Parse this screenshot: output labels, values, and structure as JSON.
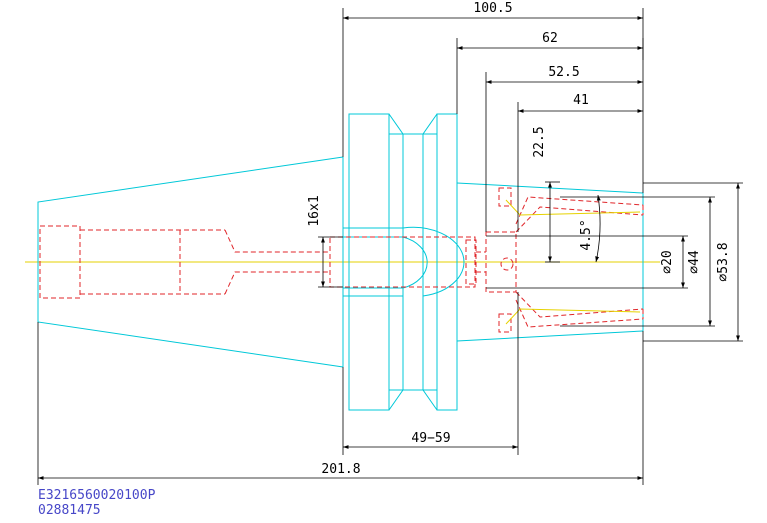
{
  "colors": {
    "outline": "#00c8d8",
    "hidden": "#e0262a",
    "dimension": "#000000",
    "centerline": "#e6d200",
    "code": "#4747c8"
  },
  "dimensions": {
    "overall_length": "201.8",
    "top_length": "100.5",
    "d62": "62",
    "d52_5": "52.5",
    "d41": "41",
    "d22_5": "22.5",
    "angle": "4.5°",
    "thread": "16x1",
    "range": "49−59",
    "dia20": "⌀20",
    "dia44": "⌀44",
    "dia53_8": "⌀53.8"
  },
  "part_code": {
    "line1": "E3216560020100P",
    "line2": "02881475"
  }
}
